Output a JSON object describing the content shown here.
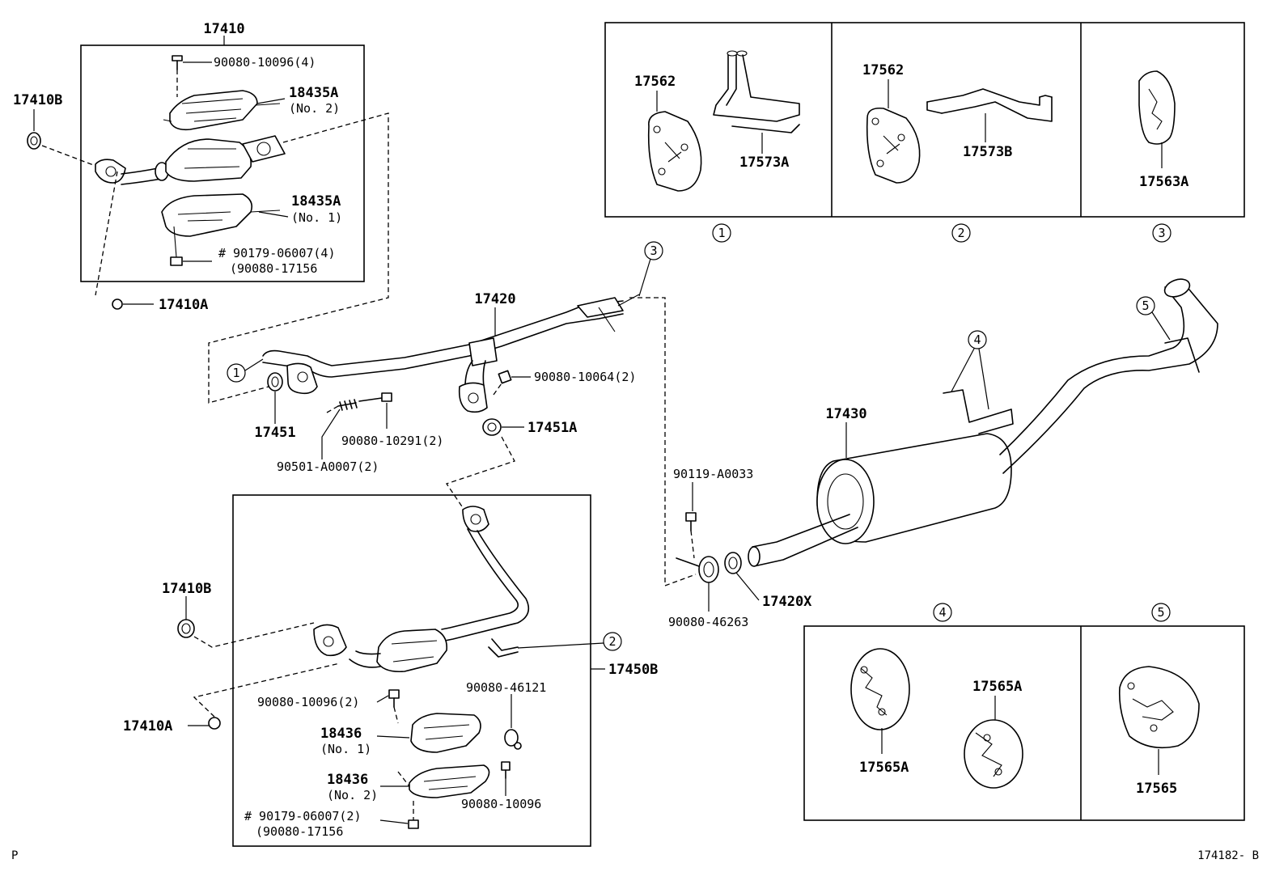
{
  "diagram_id": "174182- B",
  "corner_mark": "P",
  "labels": {
    "l17410": "17410",
    "l90080_10096_4": "90080-10096(4)",
    "l18435A_2": "18435A",
    "l18435A_2_sub": "(No. 2)",
    "l17410B_top": "17410B",
    "l18435A_1": "18435A",
    "l18435A_1_sub": "(No. 1)",
    "l90179_4": "# 90179-06007(4)",
    "l90080_17156_top": "(90080-17156",
    "l17410A_top": "17410A",
    "l17420": "17420",
    "l90080_10064": "90080-10064(2)",
    "l17451": "17451",
    "l17451A": "17451A",
    "l90080_10291": "90080-10291(2)",
    "l90501": "90501-A0007(2)",
    "l17410B_bot": "17410B",
    "l90080_10096_2": "90080-10096(2)",
    "l90080_46121": "90080-46121",
    "l17450B": "17450B",
    "l17410A_bot": "17410A",
    "l18436_1": "18436",
    "l18436_1_sub": "(No. 1)",
    "l18436_2": "18436",
    "l18436_2_sub": "(No. 2)",
    "l90080_10096": "90080-10096",
    "l90179_2": "# 90179-06007(2)",
    "l90080_17156_bot": "(90080-17156",
    "l17562_a": "17562",
    "l17573A": "17573A",
    "l17562_b": "17562",
    "l17573B": "17573B",
    "l17563A": "17563A",
    "l17430": "17430",
    "l90119": "90119-A0033",
    "l17420X": "17420X",
    "l90080_46263": "90080-46263",
    "l17565A_a": "17565A",
    "l17565A_b": "17565A",
    "l17565": "17565"
  },
  "callouts": {
    "c1_panel": "1",
    "c2_panel": "2",
    "c3_panel": "3",
    "c4_panel": "4",
    "c5_panel": "5",
    "c1_pipe": "1",
    "c3_pipe": "3",
    "c2_conv": "2",
    "c4_muff": "4",
    "c5_muff": "5"
  }
}
